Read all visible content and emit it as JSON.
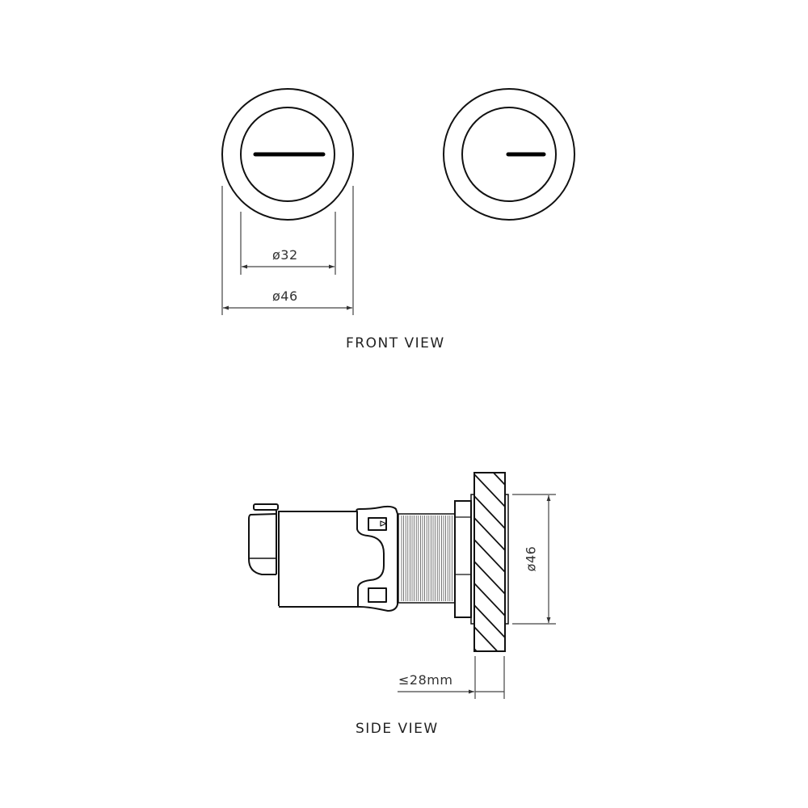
{
  "front_view": {
    "title": "FRONT VIEW",
    "buttons": [
      {
        "name": "full-flush-button",
        "slot_type": "long-bar"
      },
      {
        "name": "half-flush-button",
        "slot_type": "short-bar"
      }
    ],
    "dimensions": {
      "inner_diameter": "ø32",
      "outer_diameter": "ø46"
    }
  },
  "side_view": {
    "title": "SIDE VIEW",
    "dimensions": {
      "plate_diameter": "ø46",
      "wall_thickness": "≤28mm"
    }
  },
  "colors": {
    "line": "#111111",
    "dim_line": "#333333",
    "background": "#ffffff"
  }
}
